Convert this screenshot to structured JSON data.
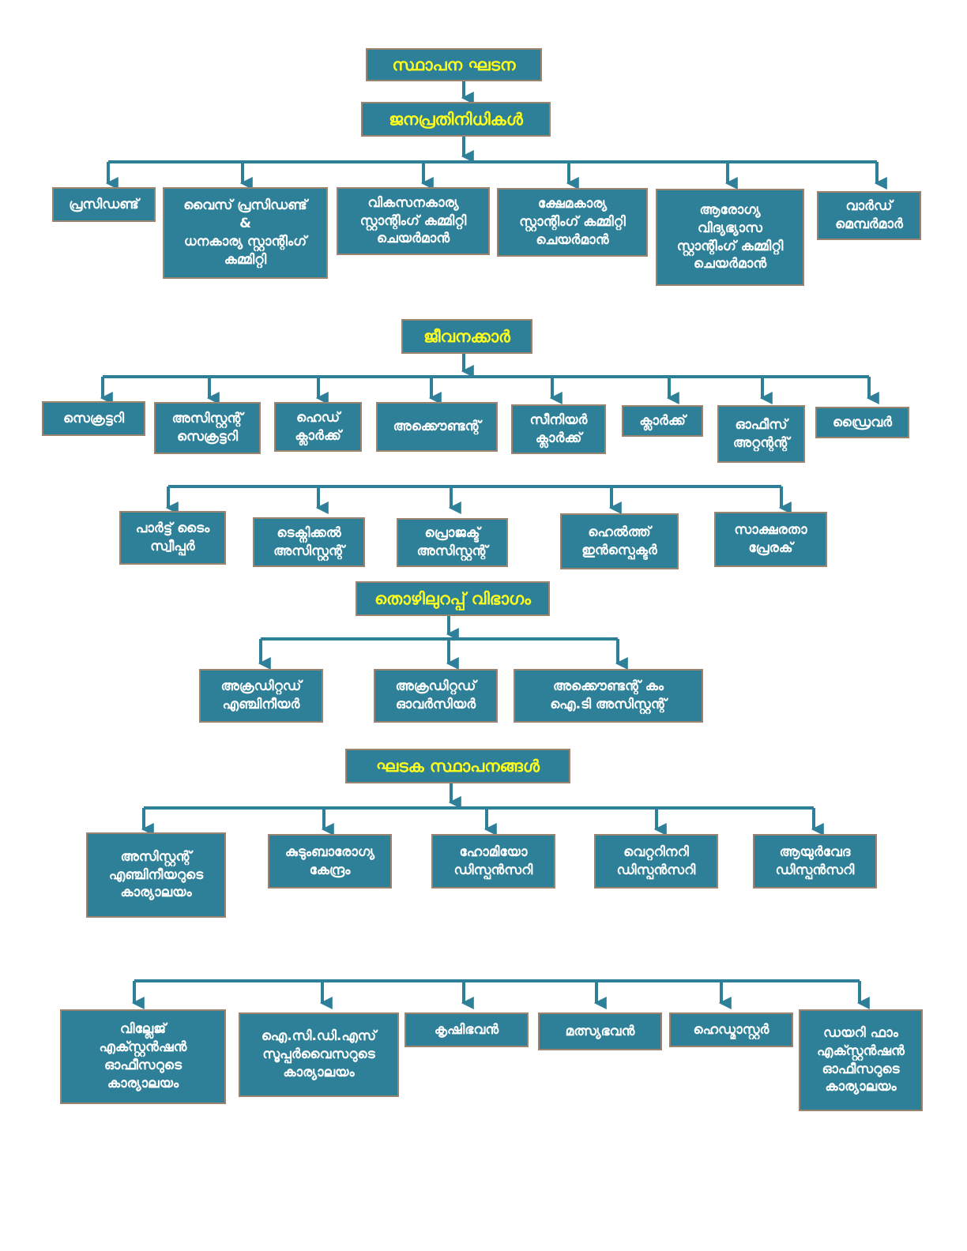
{
  "colors": {
    "box_fill": "#2e7f98",
    "box_border": "#9a8470",
    "line": "#2e7f98",
    "header_text": "#ffff1a",
    "item_text": "#ffffff"
  },
  "title": "സ്ഥാപന ഘടന",
  "representatives": {
    "header": "ജനപ്രതിനിധികൾ",
    "items": [
      "പ്രസിഡണ്ട്",
      "വൈസ് പ്രസിഡണ്ട്\n&\nധനകാര്യ സ്റ്റാന്റിംഗ്\nകമ്മിറ്റി",
      "വികസനകാര്യ\nസ്റ്റാന്റിംഗ്  കമ്മിറ്റി\nചെയർമാൻ",
      "ക്ഷേമകാര്യ\nസ്റ്റാന്റിംഗ്  കമ്മിറ്റി\nചെയർമാൻ",
      "ആരോഗ്യ\nവിദ്യഭ്യാസ\nസ്റ്റാന്റിംഗ്  കമ്മിറ്റി\nചെയർമാൻ",
      "വാർഡ്\nമെമ്പർമാർ"
    ]
  },
  "staff": {
    "header": "ജീവനക്കാർ",
    "row1": [
      "സെക്രട്ടറി",
      "അസിസ്റ്റന്റ്\nസെക്രട്ടറി",
      "ഹെഡ്\nക്ലാർക്ക്",
      "അക്കൌണ്ടന്റ്",
      "സീനിയർ\nക്ലാർക്ക്",
      "ക്ലാർക്ക്",
      "ഓഫീസ്\nഅറ്റന്റന്റ്",
      "ഡ്രൈവർ"
    ],
    "row2": [
      "പാർട്ട് ടൈം\nസ്വീപ്പർ",
      "ടെക്നിക്കൽ\nഅസിസ്റ്റന്റ്",
      "പ്രൊജക്ട്\nഅസിസ്റ്റന്റ്",
      "ഹെൽത്ത്\nഇൻസ്പെക്ടർ",
      "സാക്ഷരതാ\nപ്രേരക്"
    ]
  },
  "employment": {
    "header": "തൊഴിലുറപ്പ് വിഭാഗം",
    "items": [
      "അക്രഡിറ്റഡ്\nഎഞ്ചിനീയർ",
      "അക്രഡിറ്റഡ്\nഓവർസിയർ",
      "അക്കൌണ്ടന്റ് കം\nഐ.ടി  അസിസ്റ്റന്റ്"
    ]
  },
  "institutions": {
    "header": "ഘടക സ്ഥാപനങ്ങൾ",
    "row1": [
      "അസിസ്റ്റന്റ്\nഎഞ്ചിനീയറുടെ\nകാര്യാലയം",
      "കുടുംബാരോഗ്യ\nകേന്ദ്രം",
      "ഹോമിയോ\nഡിസ്പൻസറി",
      "വെറ്ററിനറി\nഡിസ്പൻസറി",
      "ആയുർവേദ\nഡിസ്പൻസറി"
    ],
    "row2": [
      "വില്ലേജ്\nഎക്സ്റ്റൻഷൻ\nഓഫീസറുടെ\nകാര്യാലയം",
      "ഐ.സി.ഡി.എസ്\nസൂപ്പർവൈസറുടെ\nകാര്യാലയം",
      "കൃഷിഭവൻ",
      "മത്സ്യഭവൻ",
      "ഹെഡ്മാസ്റ്റർ",
      "ഡയറി ഫാം\nഎക്സ്റ്റൻഷൻ\nഓഫീസറുടെ\nകാര്യാലയം"
    ]
  }
}
